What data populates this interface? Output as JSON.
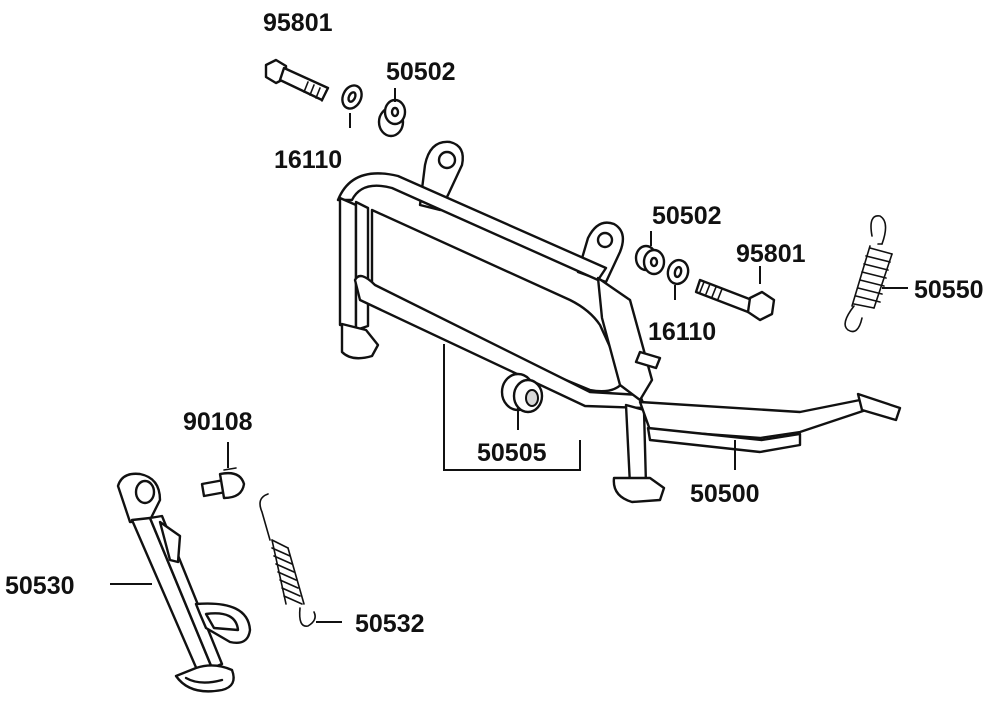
{
  "parts": [
    {
      "id": "95801-top",
      "number": "95801"
    },
    {
      "id": "50502-top",
      "number": "50502"
    },
    {
      "id": "16110-top",
      "number": "16110"
    },
    {
      "id": "50502-right",
      "number": "50502"
    },
    {
      "id": "95801-right",
      "number": "95801"
    },
    {
      "id": "16110-right",
      "number": "16110"
    },
    {
      "id": "50550",
      "number": "50550"
    },
    {
      "id": "50505",
      "number": "50505"
    },
    {
      "id": "50500",
      "number": "50500"
    },
    {
      "id": "90108",
      "number": "90108"
    },
    {
      "id": "50530",
      "number": "50530"
    },
    {
      "id": "50532",
      "number": "50532"
    }
  ]
}
